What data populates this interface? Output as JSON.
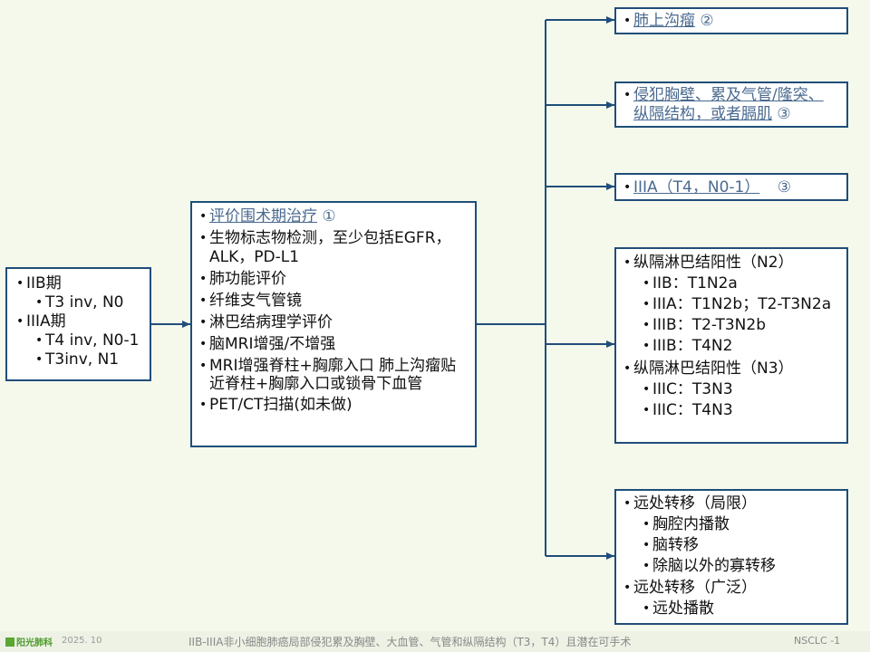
{
  "left_box": {
    "items": [
      {
        "label": "IIB期",
        "subs": [
          "T3 inv, N0"
        ]
      },
      {
        "label": "IIIA期",
        "subs": [
          "T4 inv, N0-1",
          "T3inv, N1"
        ]
      }
    ]
  },
  "middle_box": {
    "first_link": "评价围术期治疗",
    "first_num": "①",
    "items": [
      "生物标志物检测，至少包括EGFR，ALK，PD-L1",
      "肺功能评价",
      "纤维支气管镜",
      "淋巴结病理学评价",
      "脑MRI增强/不增强",
      "MRI增强脊柱+胸廓入口 肺上沟瘤贴近脊柱+胸廓入口或锁骨下血管",
      "PET/CT扫描(如未做)"
    ]
  },
  "right_boxes": {
    "box1": {
      "link": "肺上沟瘤",
      "num": "②"
    },
    "box2": {
      "link_line1": "侵犯胸壁、累及气管/隆突、",
      "link_line2": "纵隔结构，或者膈肌",
      "num": "③"
    },
    "box3": {
      "link": "IIIA（T4，N0-1）",
      "num": "③"
    },
    "box4": {
      "groups": [
        {
          "label": "纵隔淋巴结阳性（N2）",
          "subs": [
            "IIB：T1N2a",
            "IIIA：T1N2b；T2-T3N2a",
            "IIIB：T2-T3N2b",
            "IIIB：T4N2"
          ]
        },
        {
          "label": "纵隔淋巴结阳性（N3）",
          "subs": [
            "IIIC：T3N3",
            "IIIC：T4N3"
          ]
        }
      ]
    },
    "box5": {
      "groups": [
        {
          "label": "远处转移（局限）",
          "subs": [
            "胸腔内播散",
            "脑转移",
            "除脑以外的寡转移"
          ]
        },
        {
          "label": "远处转移（广泛）",
          "subs": [
            "远处播散"
          ]
        }
      ]
    }
  },
  "footer": {
    "logo": "阳光肺科",
    "date": "2025. 10",
    "title": "IIB-IIIA非小细胞肺癌局部侵犯累及胸壁、大血管、气管和纵隔结构（T3，T4）且潜在可手术",
    "code": "NSCLC -1"
  },
  "colors": {
    "border": "#1f4e79",
    "link": "#4a6a8f",
    "background": "#f5f9ec"
  }
}
